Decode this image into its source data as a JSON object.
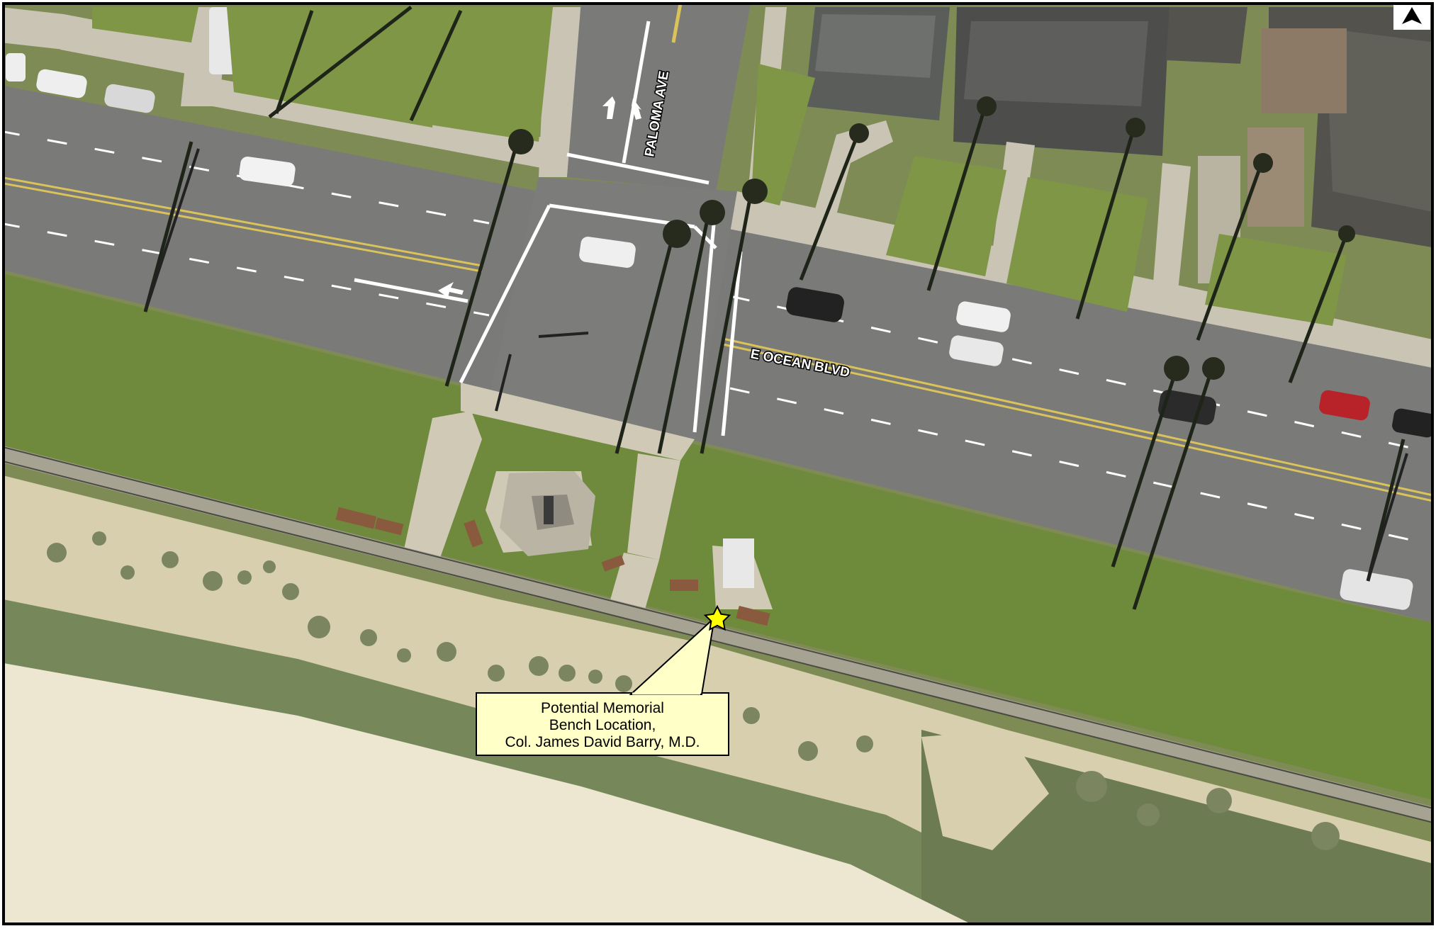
{
  "streets": {
    "ocean": "E OCEAN BLVD",
    "paloma": "PALOMA AVE"
  },
  "callout": {
    "line1": "Potential Memorial",
    "line2": "Bench Location,",
    "line3": "Col. James David Barry, M.D."
  },
  "icons": {
    "marker": "star-icon",
    "north": "north-arrow-icon"
  },
  "colors": {
    "grass": "#6f8a3c",
    "road": "#7b7b7b",
    "sand": "#e6dcc0",
    "callout_fill": "#ffffc8",
    "marker": "#ffff00"
  }
}
